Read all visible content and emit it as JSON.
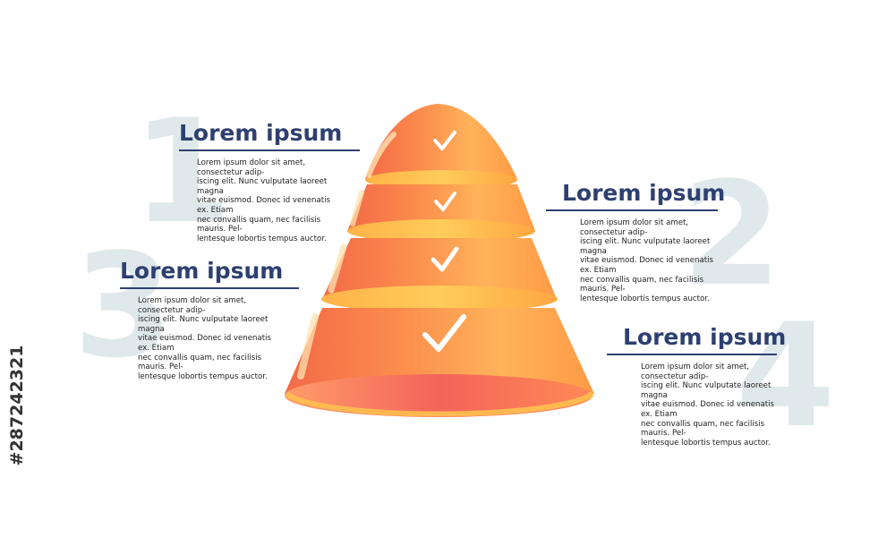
{
  "steps": [
    {
      "number": "1",
      "title": "Lorem ipsum",
      "lines": [
        "Lorem ipsum dolor sit amet, consectetur adip-",
        "iscing elit. Nunc vulputate laoreet magna",
        "vitae euismod. Donec id venenatis ex. Etiam",
        "nec convallis quam, nec facilisis mauris. Pel-",
        "lentesque lobortis tempus auctor."
      ]
    },
    {
      "number": "2",
      "title": "Lorem ipsum",
      "lines": [
        "Lorem ipsum dolor sit amet, consectetur adip-",
        "iscing elit. Nunc vulputate laoreet magna",
        "vitae euismod. Donec id venenatis ex. Etiam",
        "nec convallis quam, nec facilisis mauris. Pel-",
        "lentesque lobortis tempus auctor."
      ]
    },
    {
      "number": "3",
      "title": "Lorem ipsum",
      "lines": [
        "Lorem ipsum dolor sit amet, consectetur adip-",
        "iscing elit. Nunc vulputate laoreet magna",
        "vitae euismod. Donec id venenatis ex. Etiam",
        "nec convallis quam, nec facilisis mauris. Pel-",
        "lentesque lobortis tempus auctor."
      ]
    },
    {
      "number": "4",
      "title": "Lorem ipsum",
      "lines": [
        "Lorem ipsum dolor sit amet, consectetur adip-",
        "iscing elit. Nunc vulputate laoreet magna",
        "vitae euismod. Donec id venenatis ex. Etiam",
        "nec convallis quam, nec facilisis mauris. Pel-",
        "lentesque lobortis tempus auctor."
      ]
    }
  ],
  "stock_id": "#287242321",
  "colors": {
    "title": "#2e4070",
    "number": "#dfe9ec",
    "cone_light": "#ffbb55",
    "cone_dark": "#f06a45",
    "check": "#ffffff"
  },
  "icons": [
    "check-icon"
  ]
}
